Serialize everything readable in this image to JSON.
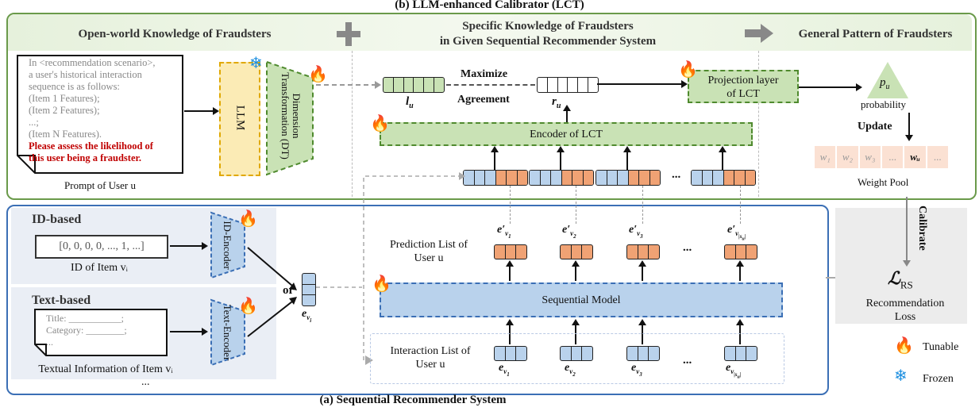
{
  "titles": {
    "lct": "(b) LLM-enhanced Calibrator (LCT)",
    "rs": "(a) Sequential Recommender System"
  },
  "headers": {
    "open_world": "Open-world Knowledge of Fraudsters",
    "specific_line1": "Specific Knowledge of Fraudsters",
    "specific_line2": "in Given Sequential Recommender System",
    "general": "General Pattern of Fraudsters"
  },
  "prompt": {
    "lines": [
      "In <recommendation scenario>,",
      "a user's historical interaction",
      "sequence is as follows:",
      "(Item 1 Features);",
      "(Item 2 Features);",
      "...;",
      "(Item N Features)."
    ],
    "highlight_line1": "Please assess the likelihood of",
    "highlight_line2": "this user being a fraudster.",
    "caption": "Prompt of User u"
  },
  "blocks": {
    "llm": "LLM",
    "dt": "Dimension Transformation (DT)",
    "encoder_lct": "Encoder of LCT",
    "projection_line1": "Projection layer",
    "projection_line2": "of LCT",
    "sequential_model": "Sequential Model",
    "id_encoder": "ID-Encoder",
    "text_encoder": "Text-Encoder"
  },
  "labels": {
    "maximize": "Maximize",
    "agreement": "Agreement",
    "l_u": "l",
    "r_u": "r",
    "p_u": "p",
    "probability": "probability",
    "update": "Update",
    "weight_pool": "Weight Pool",
    "weights": [
      "w₁",
      "w₂",
      "w₃",
      "...",
      "wᵤ",
      "..."
    ],
    "ellipsis": "...",
    "calibrate": "Calibrate",
    "loss_symbol": "ℒ",
    "loss_sub": "RS",
    "loss_line1": "Recommendation",
    "loss_line2": "Loss",
    "prediction_line1": "Prediction List of",
    "prediction_line2": "User u",
    "interaction_line1": "Interaction List of",
    "interaction_line2": "User u",
    "or": "or",
    "e_vi": "e"
  },
  "id_panel": {
    "title": "ID-based",
    "vector": "[0, 0, 0, 0, ..., 1, ...]",
    "caption": "ID of  Item vᵢ"
  },
  "text_panel": {
    "title": "Text-based",
    "field1": "Title: ___________;",
    "field2": "Category: ________;",
    "field3": "...",
    "caption": "Textual Information of  Item vᵢ",
    "more": "..."
  },
  "legend": {
    "tunable": "Tunable",
    "frozen": "Frozen"
  },
  "colors": {
    "green_fill": "#c9e2b5",
    "blue_fill": "#b9d2ec",
    "orange_fill": "#f0a274",
    "yellow_fill": "#fbebb5",
    "lct_border": "#6a9a4a",
    "rs_border": "#3b6fb5",
    "highlight_text": "#c00000"
  }
}
